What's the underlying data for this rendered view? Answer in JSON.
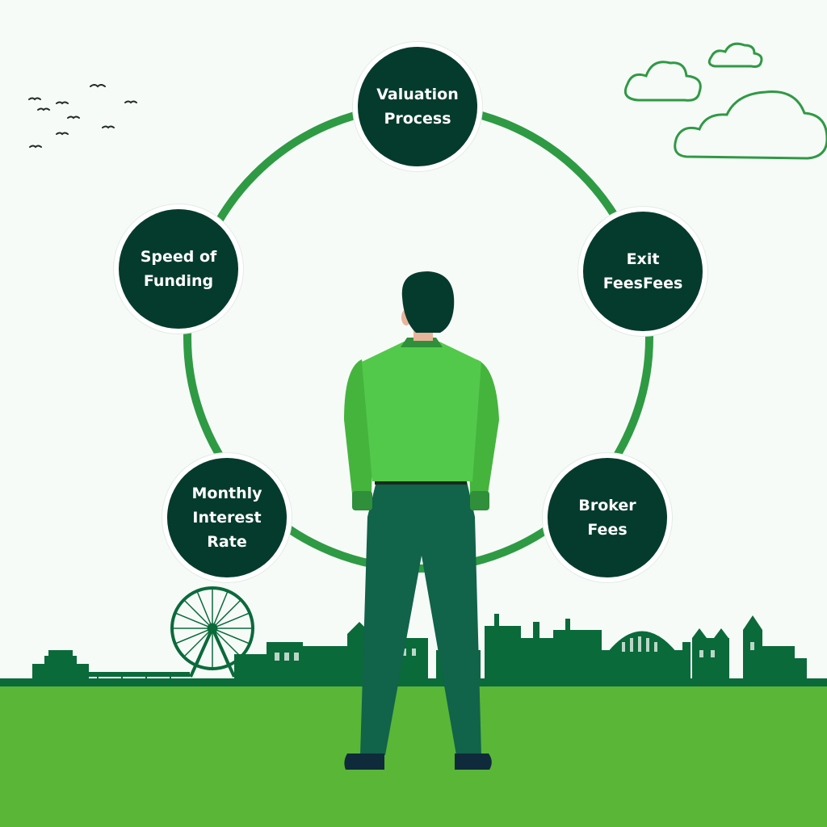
{
  "diagram": {
    "nodes": [
      {
        "id": "valuation",
        "label": "Valuation\nProcess"
      },
      {
        "id": "exit",
        "label": "Exit\nFeesFees"
      },
      {
        "id": "broker",
        "label": "Broker\nFees"
      },
      {
        "id": "monthly",
        "label": "Monthly\nInterest\nRate"
      },
      {
        "id": "speed",
        "label": "Speed of\nFunding"
      }
    ]
  },
  "colors": {
    "node_fill": "#053b2c",
    "ring": "#2f9a44",
    "ground": "#5ab637",
    "skyline": "#0a6a3a",
    "shirt": "#52c94a",
    "trousers": "#11634a",
    "hair": "#053b2c",
    "background": "#f7fbf8"
  }
}
